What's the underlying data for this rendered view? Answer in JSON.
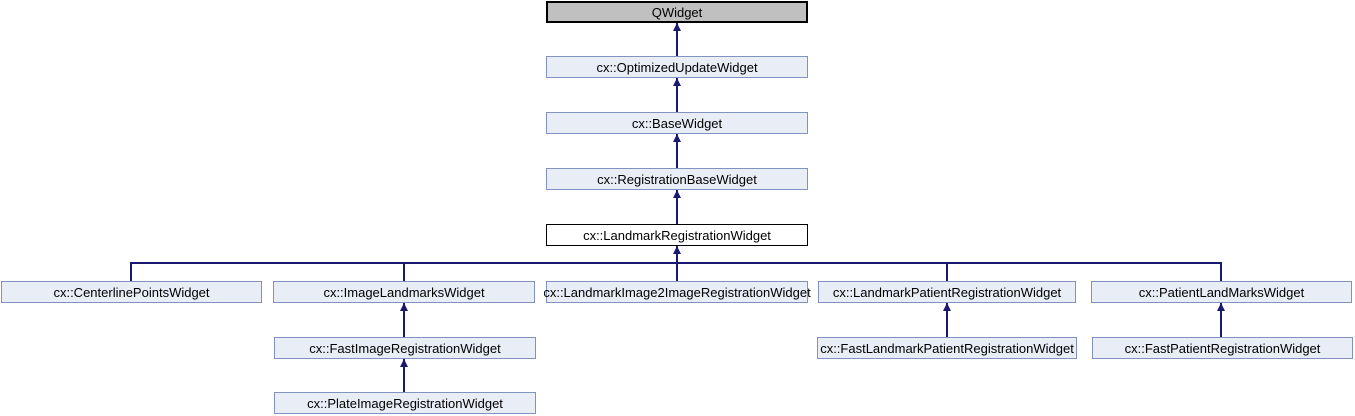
{
  "diagram": {
    "type": "class-inheritance-graph",
    "colors": {
      "linked_node_fill": "#e8edf6",
      "linked_node_border": "#8191c1",
      "external_node_fill": "#c0c0c0",
      "external_node_border": "#000000",
      "current_node_fill": "#ffffff",
      "current_node_border": "#000000",
      "edge_line": "#191970",
      "text": "#000000"
    },
    "nodes": [
      {
        "label": "QWidget",
        "style": "external-unlinked"
      },
      {
        "label": "cx::OptimizedUpdateWidget",
        "style": "linked"
      },
      {
        "label": "cx::BaseWidget",
        "style": "linked"
      },
      {
        "label": "cx::RegistrationBaseWidget",
        "style": "linked"
      },
      {
        "label": "cx::LandmarkRegistrationWidget",
        "style": "current"
      },
      {
        "label": "cx::CenterlinePointsWidget",
        "style": "linked"
      },
      {
        "label": "cx::ImageLandmarksWidget",
        "style": "linked"
      },
      {
        "label": "cx::LandmarkImage2ImageRegistrationWidget",
        "style": "linked"
      },
      {
        "label": "cx::LandmarkPatientRegistrationWidget",
        "style": "linked"
      },
      {
        "label": "cx::PatientLandMarksWidget",
        "style": "linked"
      },
      {
        "label": "cx::FastImageRegistrationWidget",
        "style": "linked"
      },
      {
        "label": "cx::FastLandmarkPatientRegistrationWidget",
        "style": "linked"
      },
      {
        "label": "cx::FastPatientRegistrationWidget",
        "style": "linked"
      },
      {
        "label": "cx::PlateImageRegistrationWidget",
        "style": "linked"
      }
    ],
    "edges": [
      {
        "derived": "cx::OptimizedUpdateWidget",
        "base": "QWidget"
      },
      {
        "derived": "cx::BaseWidget",
        "base": "cx::OptimizedUpdateWidget"
      },
      {
        "derived": "cx::RegistrationBaseWidget",
        "base": "cx::BaseWidget"
      },
      {
        "derived": "cx::LandmarkRegistrationWidget",
        "base": "cx::RegistrationBaseWidget"
      },
      {
        "derived": "cx::CenterlinePointsWidget",
        "base": "cx::LandmarkRegistrationWidget"
      },
      {
        "derived": "cx::ImageLandmarksWidget",
        "base": "cx::LandmarkRegistrationWidget"
      },
      {
        "derived": "cx::LandmarkImage2ImageRegistrationWidget",
        "base": "cx::LandmarkRegistrationWidget"
      },
      {
        "derived": "cx::LandmarkPatientRegistrationWidget",
        "base": "cx::LandmarkRegistrationWidget"
      },
      {
        "derived": "cx::PatientLandMarksWidget",
        "base": "cx::LandmarkRegistrationWidget"
      },
      {
        "derived": "cx::FastImageRegistrationWidget",
        "base": "cx::ImageLandmarksWidget"
      },
      {
        "derived": "cx::FastLandmarkPatientRegistrationWidget",
        "base": "cx::LandmarkPatientRegistrationWidget"
      },
      {
        "derived": "cx::FastPatientRegistrationWidget",
        "base": "cx::PatientLandMarksWidget"
      },
      {
        "derived": "cx::PlateImageRegistrationWidget",
        "base": "cx::FastImageRegistrationWidget"
      }
    ]
  }
}
